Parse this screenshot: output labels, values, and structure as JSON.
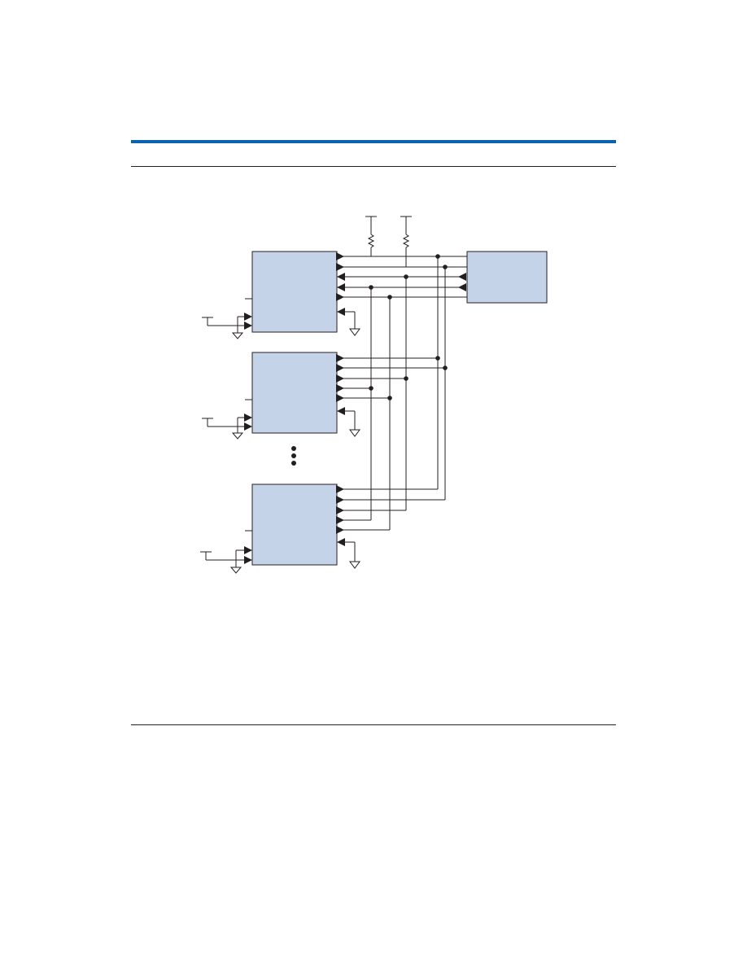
{
  "colors": {
    "header_rule": "#0a62b0",
    "block_fill": "#c5d3e9",
    "line": "#231f20",
    "page_background": "#ffffff"
  },
  "diagram": {
    "device_blocks": 3,
    "host_blocks": 1,
    "pull_up_resistors": 2,
    "bus_lines": 5,
    "continuation_dots": 3
  }
}
